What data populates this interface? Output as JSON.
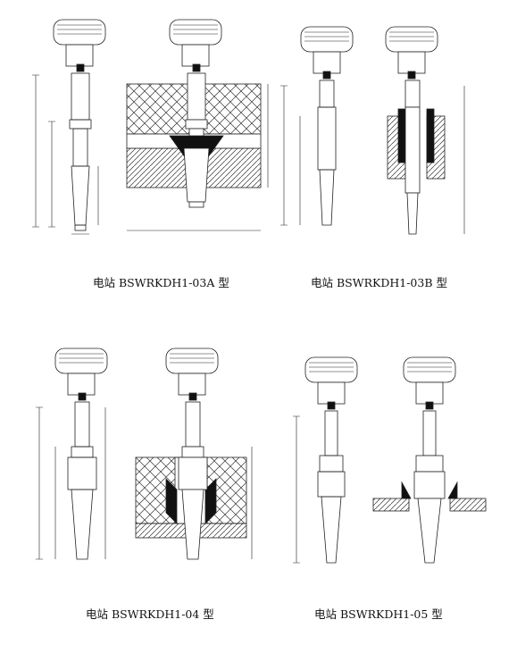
{
  "captions": {
    "a": "电站 BSWRKDH1-03A 型",
    "b": "电站 BSWRKDH1-03B 型",
    "c": "电站 BSWRKDH1-04 型",
    "d": "电站 BSWRKDH1-05 型"
  },
  "colors": {
    "line": "#222222",
    "hatch": "#333333",
    "weld": "#111111"
  }
}
